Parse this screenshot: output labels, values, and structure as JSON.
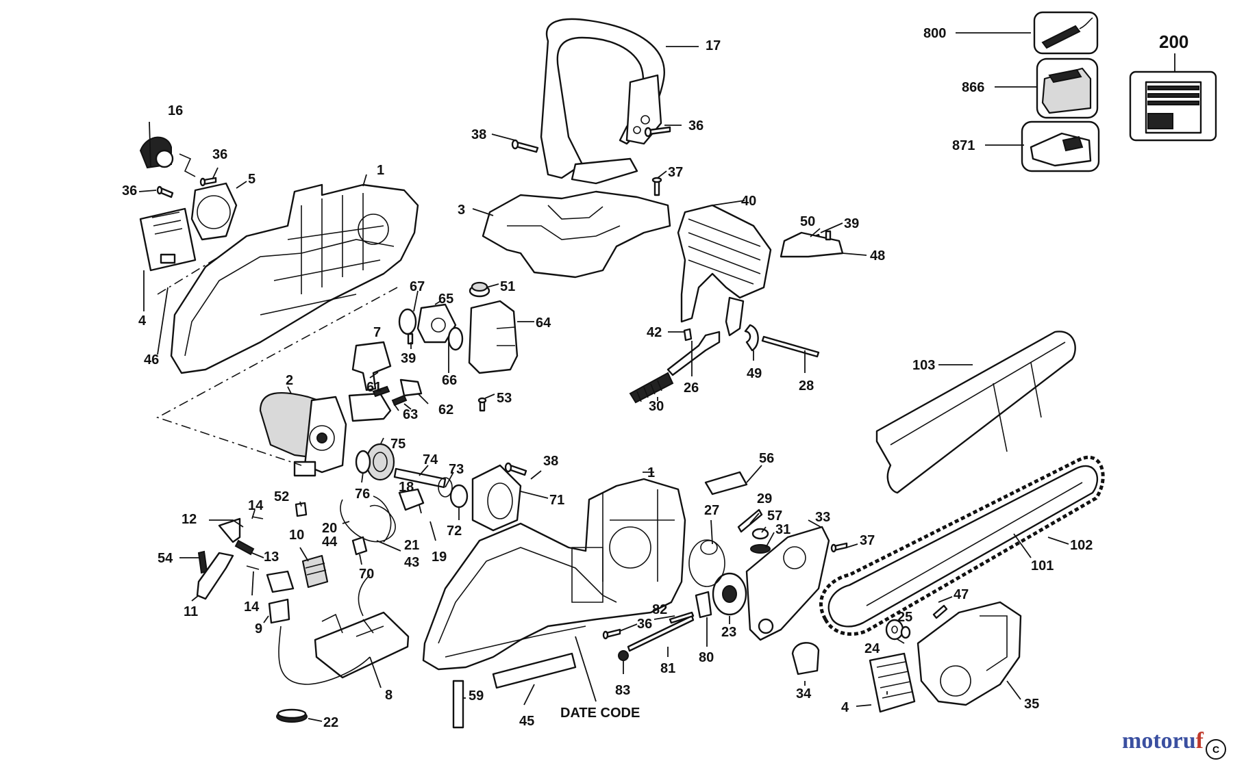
{
  "diagram": {
    "labels": {
      "p1": "1",
      "p2": "2",
      "p3": "3",
      "p4": "4",
      "p5": "5",
      "p7": "7",
      "p8": "8",
      "p9": "9",
      "p10": "10",
      "p11": "11",
      "p12": "12",
      "p13": "13",
      "p14": "14",
      "p16": "16",
      "p17": "17",
      "p18": "18",
      "p19": "19",
      "p20": "20",
      "p21": "21",
      "p22": "22",
      "p23": "23",
      "p24": "24",
      "p25": "25",
      "p26": "26",
      "p27": "27",
      "p28": "28",
      "p29": "29",
      "p30": "30",
      "p31": "31",
      "p33": "33",
      "p34": "34",
      "p35": "35",
      "p36": "36",
      "p37": "37",
      "p38": "38",
      "p39": "39",
      "p40": "40",
      "p42": "42",
      "p43": "43",
      "p44": "44",
      "p45": "45",
      "p46": "46",
      "p47": "47",
      "p48": "48",
      "p49": "49",
      "p50": "50",
      "p51": "51",
      "p52": "52",
      "p53": "53",
      "p54": "54",
      "p56": "56",
      "p57": "57",
      "p59": "59",
      "p61": "61",
      "p62": "62",
      "p63": "63",
      "p64": "64",
      "p65": "65",
      "p66": "66",
      "p67": "67",
      "p70": "70",
      "p71": "71",
      "p72": "72",
      "p73": "73",
      "p74": "74",
      "p75": "75",
      "p76": "76",
      "p80": "80",
      "p81": "81",
      "p82": "82",
      "p83": "83",
      "p101": "101",
      "p102": "102",
      "p103": "103",
      "p200": "200",
      "p800": "800",
      "p866": "866",
      "p871": "871",
      "date_code": "DATE CODE"
    }
  },
  "watermark": {
    "text_a": "motoru",
    "text_b": "f",
    "badge": "C"
  }
}
